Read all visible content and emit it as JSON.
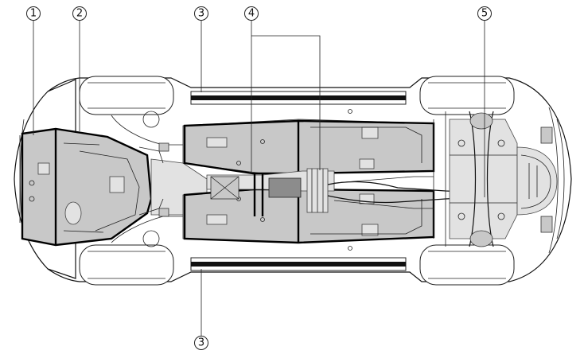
{
  "callouts": [
    {
      "id": "1",
      "label": "1"
    },
    {
      "id": "2",
      "label": "2"
    },
    {
      "id": "3a",
      "label": "3"
    },
    {
      "id": "4",
      "label": "4"
    },
    {
      "id": "5",
      "label": "5"
    },
    {
      "id": "3b",
      "label": "3"
    }
  ],
  "colors": {
    "line": "#111111",
    "shade": "#c8c8c8",
    "light_shade": "#e2e2e2",
    "dark_shade": "#8c8c8c"
  }
}
